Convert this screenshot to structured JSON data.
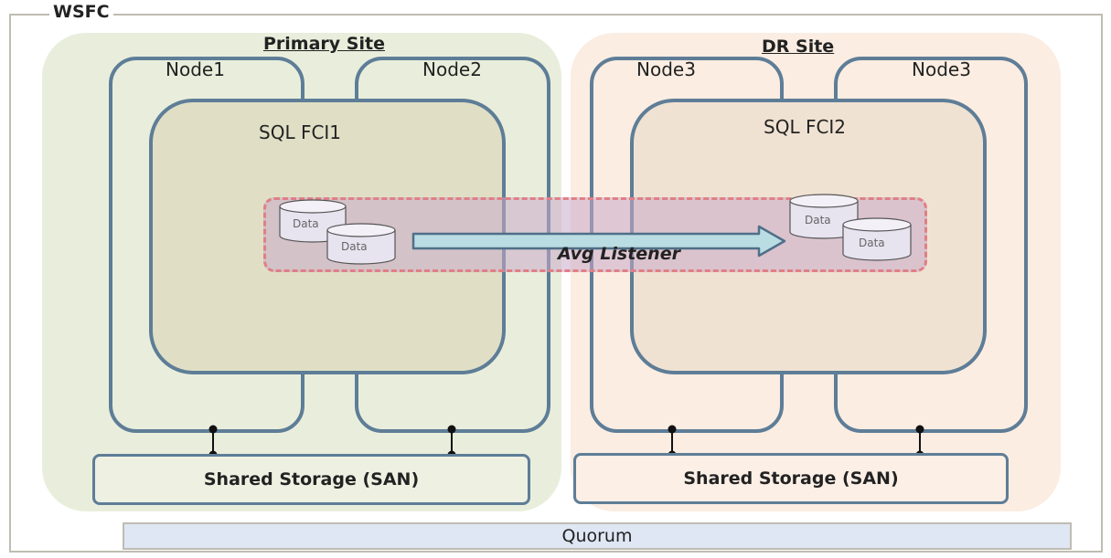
{
  "wsfc": {
    "label": "WSFC"
  },
  "primary_site": {
    "title": "Primary Site",
    "nodes": [
      "Node1",
      "Node2"
    ],
    "fci": "SQL FCI1",
    "storage": "Shared Storage (SAN)"
  },
  "dr_site": {
    "title": "DR Site",
    "nodes": [
      "Node3",
      "Node3"
    ],
    "fci": "SQL FCI2",
    "storage": "Shared Storage (SAN)"
  },
  "listener": {
    "label": "Avg Listener"
  },
  "database_label": "Data",
  "quorum": {
    "label": "Quorum"
  },
  "colors": {
    "node_border": "#5e7d97",
    "primary_bg": "#e9eedc",
    "dr_bg": "#fbede2",
    "listener_border": "#e07f86",
    "arrow_fill": "#b9dde2"
  }
}
